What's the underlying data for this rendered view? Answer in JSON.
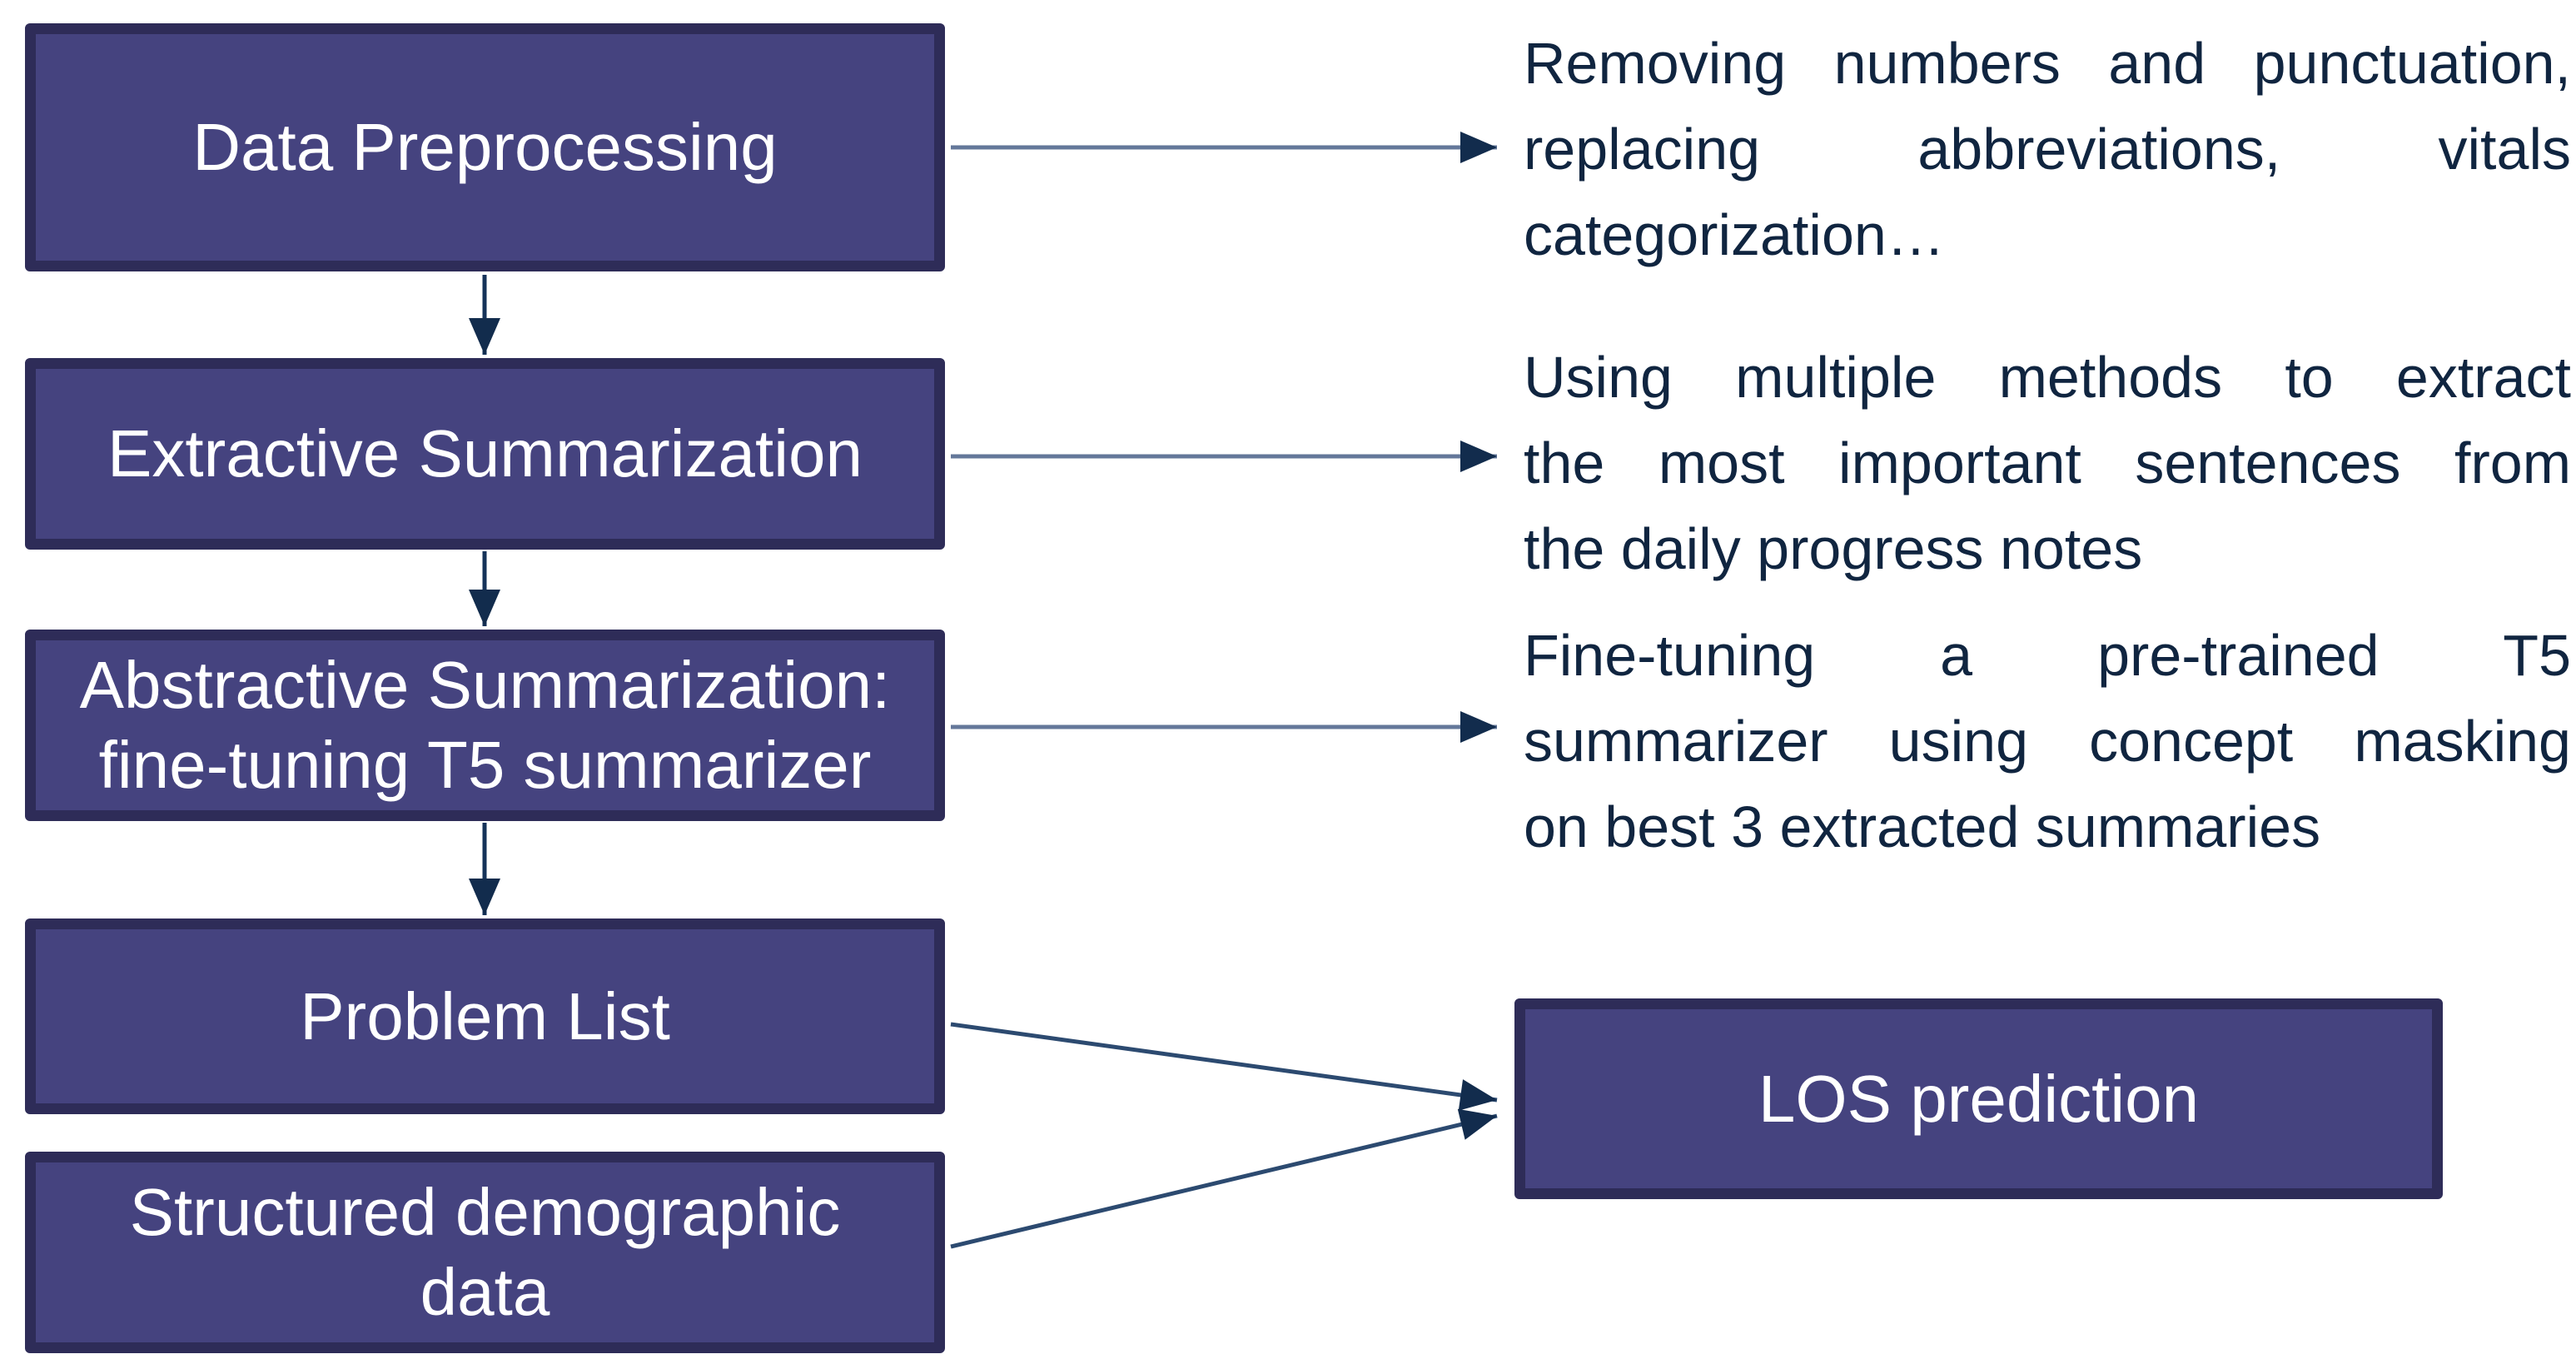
{
  "diagram": {
    "boxes": {
      "preprocessing": {
        "label": "Data Preprocessing"
      },
      "extractive": {
        "label": "Extractive Summarization"
      },
      "abstractive": {
        "label": "Abstractive Summarization:\nfine-tuning T5 summarizer"
      },
      "problem_list": {
        "label": "Problem List"
      },
      "structured_data": {
        "label": "Structured demographic\ndata"
      },
      "los_prediction": {
        "label": "LOS prediction"
      }
    },
    "annotations": {
      "preprocessing": {
        "lines": [
          "Removing numbers and punctuation,",
          "replacing abbreviations, vitals",
          "categorization…"
        ]
      },
      "extractive": {
        "lines": [
          "Using multiple methods to extract",
          "the most important sentences from",
          "the daily progress notes"
        ]
      },
      "abstractive": {
        "lines": [
          "Fine-tuning a pre-trained T5",
          "summarizer using concept masking",
          "on best 3 extracted summaries"
        ]
      }
    },
    "colors": {
      "box_fill": "#45437f",
      "box_border": "#2e2c58",
      "box_text": "#ffffff",
      "annotation_text": "#102540",
      "arrow_head": "#122c4d",
      "arrow_line_dark": "#16335a",
      "arrow_line_light": "#64789a",
      "arrow_line_diagonal": "#2c4a70"
    }
  }
}
